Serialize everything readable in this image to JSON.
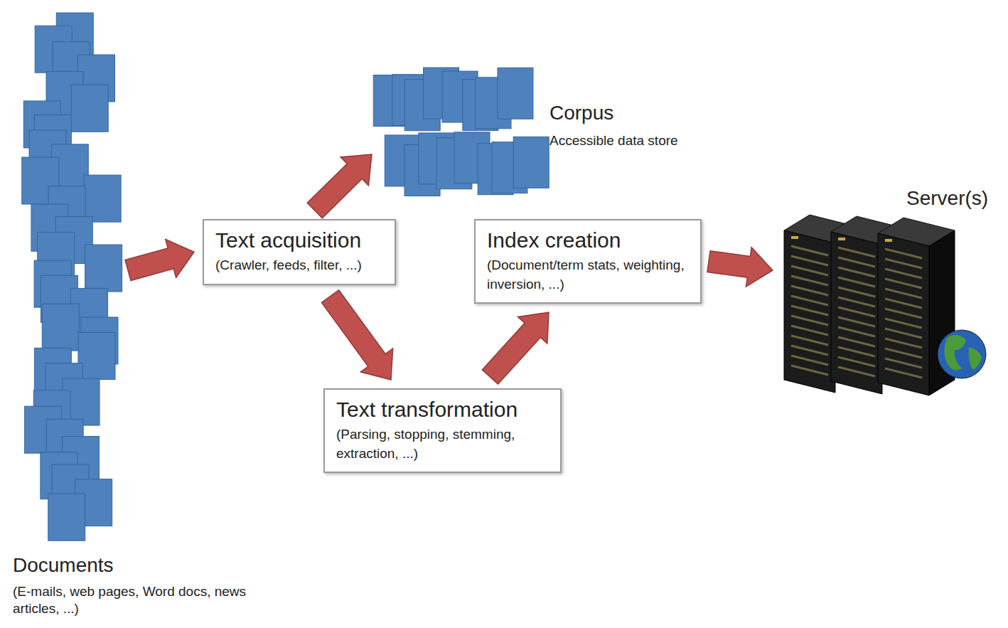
{
  "diagram": {
    "nodes": [
      {
        "text": [
          "Documents",
          "(E-mails, web pages, Word docs, news articles, ...)"
        ]
      },
      {
        "text": [
          "Text acquisition",
          "(Crawler, feeds, filter, ...)"
        ]
      },
      {
        "text": [
          "Corpus",
          "Accessible data store"
        ]
      },
      {
        "text": [
          "Text transformation",
          "(Parsing, stopping, stemming, extraction, ...)"
        ]
      },
      {
        "text": [
          "Index creation",
          "(Document/term stats, weighting, inversion, ...)"
        ]
      },
      {
        "text": [
          "Server(s)"
        ]
      }
    ],
    "edges": [
      {
        "from": 0,
        "to": 1,
        "arrow": "to"
      },
      {
        "from": 1,
        "to": 2,
        "arrow": "to"
      },
      {
        "from": 1,
        "to": 3,
        "arrow": "to"
      },
      {
        "from": 3,
        "to": 4,
        "arrow": "to"
      },
      {
        "from": 4,
        "to": 5,
        "arrow": "to"
      }
    ]
  }
}
